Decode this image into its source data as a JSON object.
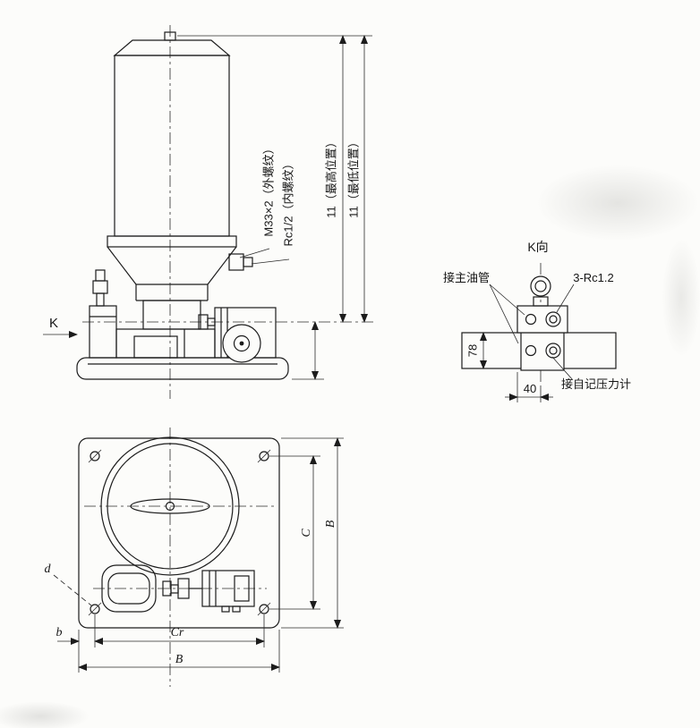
{
  "front_view": {
    "labels": {
      "thread_external": "M33×2（外螺纹）",
      "thread_internal": "Rc1/2（内螺纹）",
      "dim_highest": "11（最高位置）",
      "dim_lowest": "11（最低位置）",
      "view_arrow": "K"
    }
  },
  "k_view": {
    "title": "K向",
    "labels": {
      "main_oil_pipe": "接主油管",
      "thread_ports": "3-Rc1.2",
      "pressure_gauge": "接自记压力计",
      "dim_height": "78",
      "dim_width": "40"
    }
  },
  "top_view": {
    "labels": {
      "dim_c": "C",
      "dim_b_right": "B",
      "dim_cr": "Cr",
      "dim_b_bottom": "B",
      "dim_b_offset": "b",
      "dim_hole_dia": "d"
    }
  }
}
